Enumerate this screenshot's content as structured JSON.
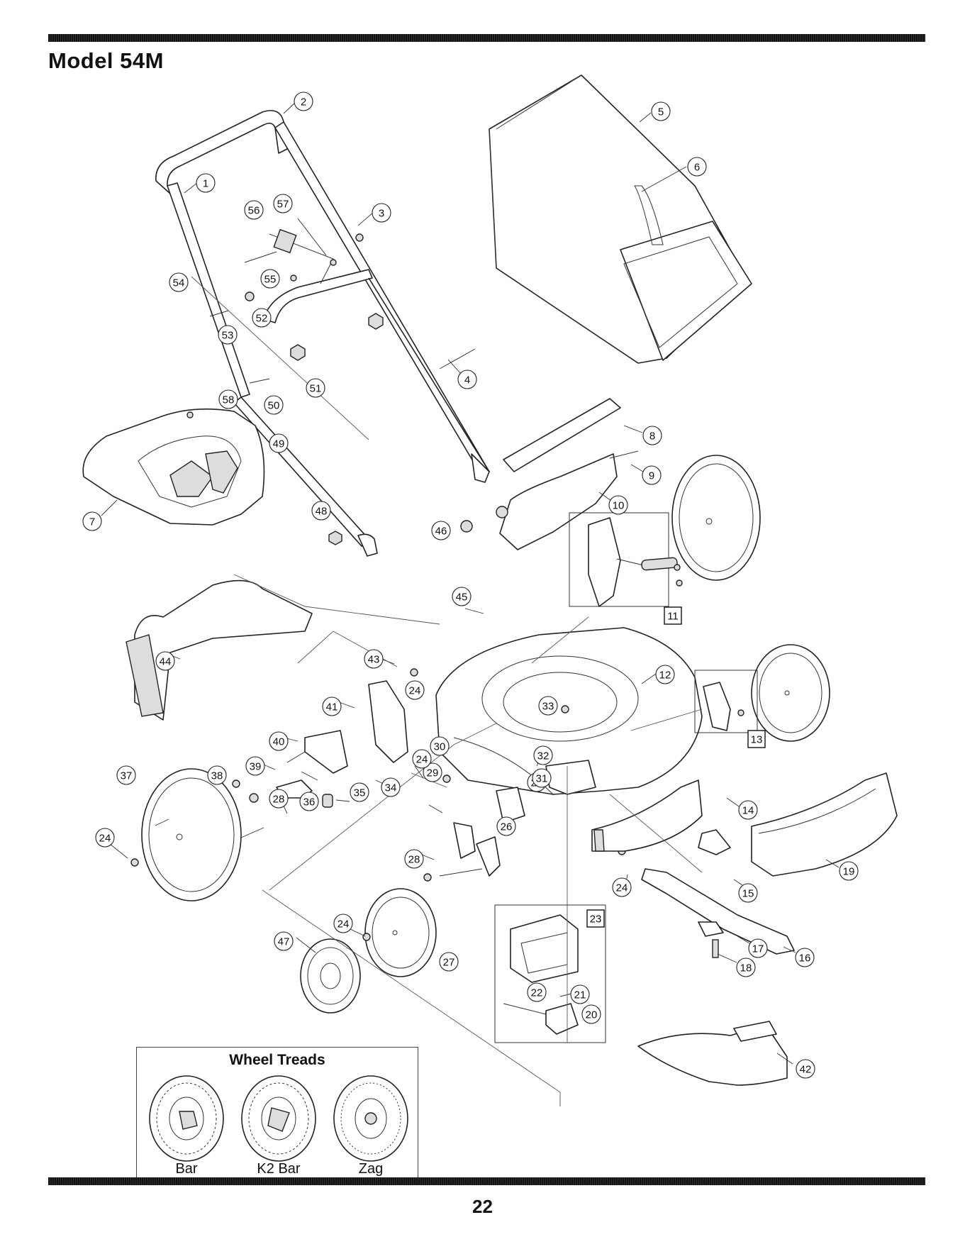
{
  "header": {
    "title": "Model 54M"
  },
  "footer": {
    "page_number": "22"
  },
  "callouts": [
    "1",
    "2",
    "3",
    "4",
    "5",
    "6",
    "7",
    "8",
    "9",
    "10",
    "11",
    "12",
    "13",
    "14",
    "15",
    "16",
    "17",
    "18",
    "19",
    "20",
    "21",
    "22",
    "23",
    "24",
    "25",
    "26",
    "27",
    "28",
    "29",
    "30",
    "31",
    "32",
    "33",
    "34",
    "35",
    "36",
    "37",
    "38",
    "39",
    "40",
    "41",
    "42",
    "43",
    "44",
    "45",
    "46",
    "47",
    "48",
    "49",
    "50",
    "51",
    "52",
    "53",
    "54",
    "55",
    "56",
    "57",
    "58"
  ],
  "wheel_treads": {
    "title": "Wheel Treads",
    "items": [
      {
        "label": "Bar"
      },
      {
        "label": "K2 Bar"
      },
      {
        "label": "Zag"
      }
    ]
  }
}
